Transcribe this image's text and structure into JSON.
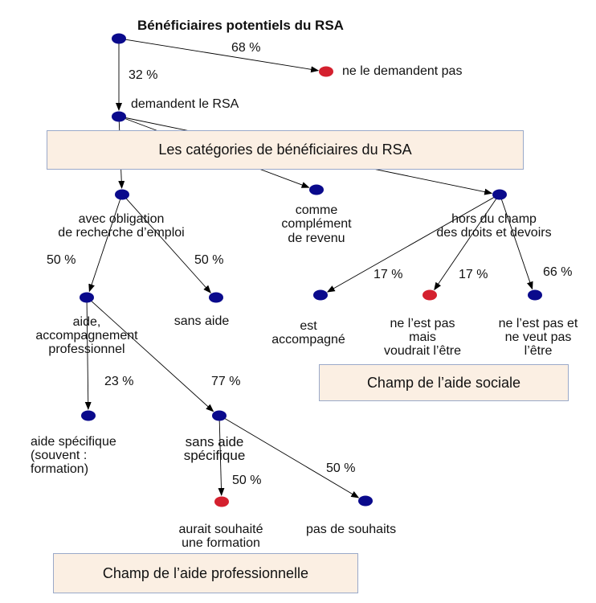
{
  "title": "Bénéficiaires potentiels du RSA",
  "colors": {
    "node": "#0a0a8c",
    "highlight": "#d4202e",
    "box_fill": "#fbefe3",
    "box_border": "#9aa9c9"
  },
  "boxes": {
    "categories": "Les catégories de bénéficiaires du RSA",
    "social": "Champ de l’aide sociale",
    "professional": "Champ de l’aide professionnelle"
  },
  "nodes": {
    "root": "Bénéficiaires potentiels du RSA",
    "no_request": "ne le demandent pas",
    "request": "demandent le RSA",
    "obligation": [
      "avec obligation",
      "de recherche d’emploi"
    ],
    "complement": [
      "comme",
      "complément",
      "de revenu"
    ],
    "outside": [
      "hors du champ",
      "des droits et devoirs"
    ],
    "aid_pro": [
      "aide,",
      "accompagnement",
      "professionnel"
    ],
    "no_aid": "sans aide",
    "accompanied": [
      "est",
      "accompagné"
    ],
    "would_like": [
      "ne l’est pas",
      "mais",
      "voudrait l’être"
    ],
    "not_want": [
      "ne l’est pas et",
      "ne veut pas",
      "l’être"
    ],
    "specific": [
      "aide spécifique",
      "(souvent :",
      "formation)"
    ],
    "no_specific": [
      "sans aide",
      "spécifique"
    ],
    "wished_training": [
      "aurait souhaité",
      "une formation"
    ],
    "no_wish": "pas de souhaits"
  },
  "percentages": {
    "root_no": "68 %",
    "root_yes": "32 %",
    "obl_aid": "50 %",
    "obl_noaid": "50 %",
    "out_acc": "17 %",
    "out_would": "17 %",
    "out_not": "66 %",
    "aid_spec": "23 %",
    "aid_nospec": "77 %",
    "nospec_wish": "50 %",
    "nospec_nowish": "50 %"
  }
}
